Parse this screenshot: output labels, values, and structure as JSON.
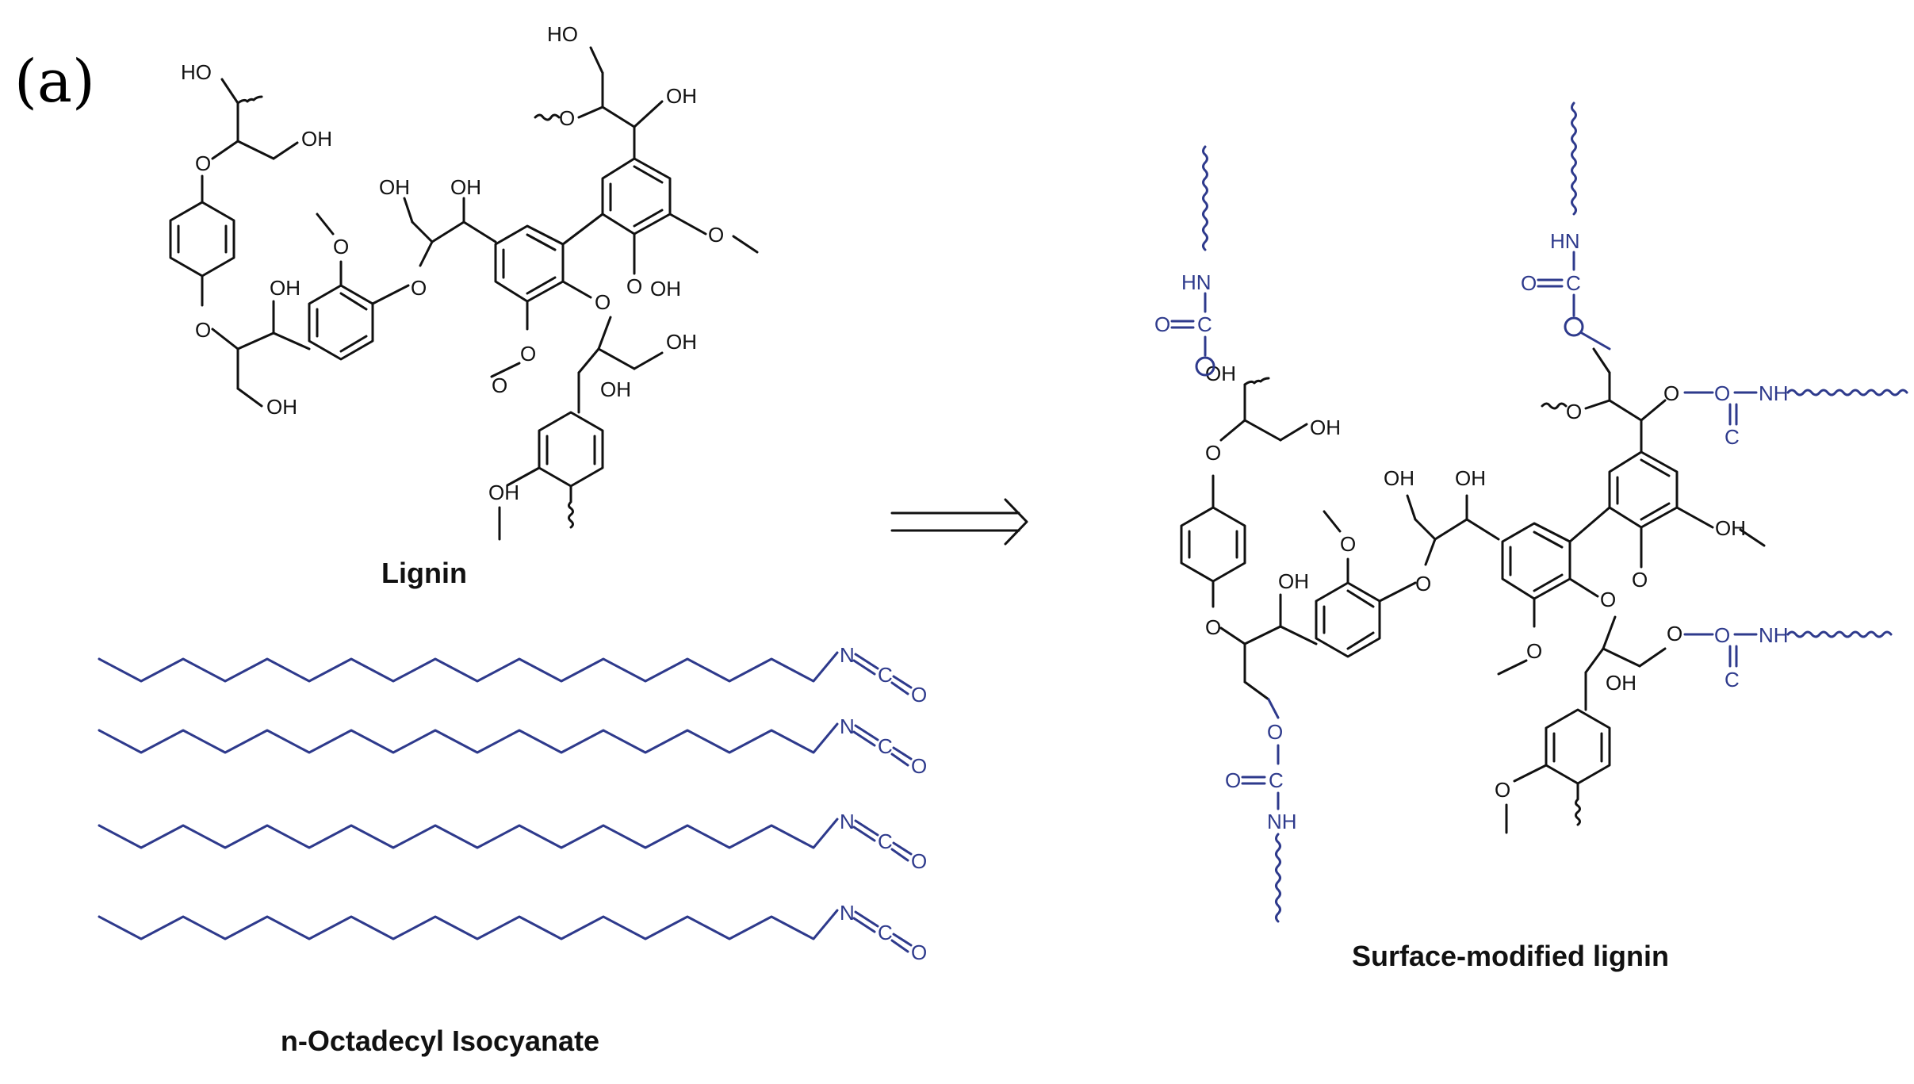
{
  "figure": {
    "panel_label": "(a)",
    "colors": {
      "black": "#111111",
      "blue": "#2e3a8c"
    },
    "lignin": {
      "caption": "Lignin",
      "labels": [
        "HO",
        "OH",
        "O",
        "O",
        "O",
        "OH",
        "OH",
        "O",
        "OH",
        "O",
        "OH",
        "O",
        "OH",
        "HO",
        "OH",
        "O",
        "O",
        "OH",
        "OH",
        "O",
        "O",
        "OH"
      ]
    },
    "isocyanate": {
      "caption": "n-Octadecyl Isocyanate",
      "chain_count": 4,
      "zigzag_segments": 17,
      "n_label": "N",
      "c_label": "C",
      "o_label": "O"
    },
    "product": {
      "caption": "Surface-modified lignin",
      "blue_labels": [
        "HN",
        "O",
        "C",
        "HN",
        "O",
        "C",
        "O",
        "C",
        "NH",
        "O",
        "C",
        "NH",
        "O",
        "C",
        "NH",
        "O"
      ],
      "black_labels": [
        "O",
        "OH",
        "O",
        "O",
        "O",
        "OH",
        "OH",
        "OH",
        "O",
        "O",
        "OH",
        "O",
        "O",
        "O",
        "OH",
        "O",
        "O",
        "OH"
      ]
    }
  }
}
